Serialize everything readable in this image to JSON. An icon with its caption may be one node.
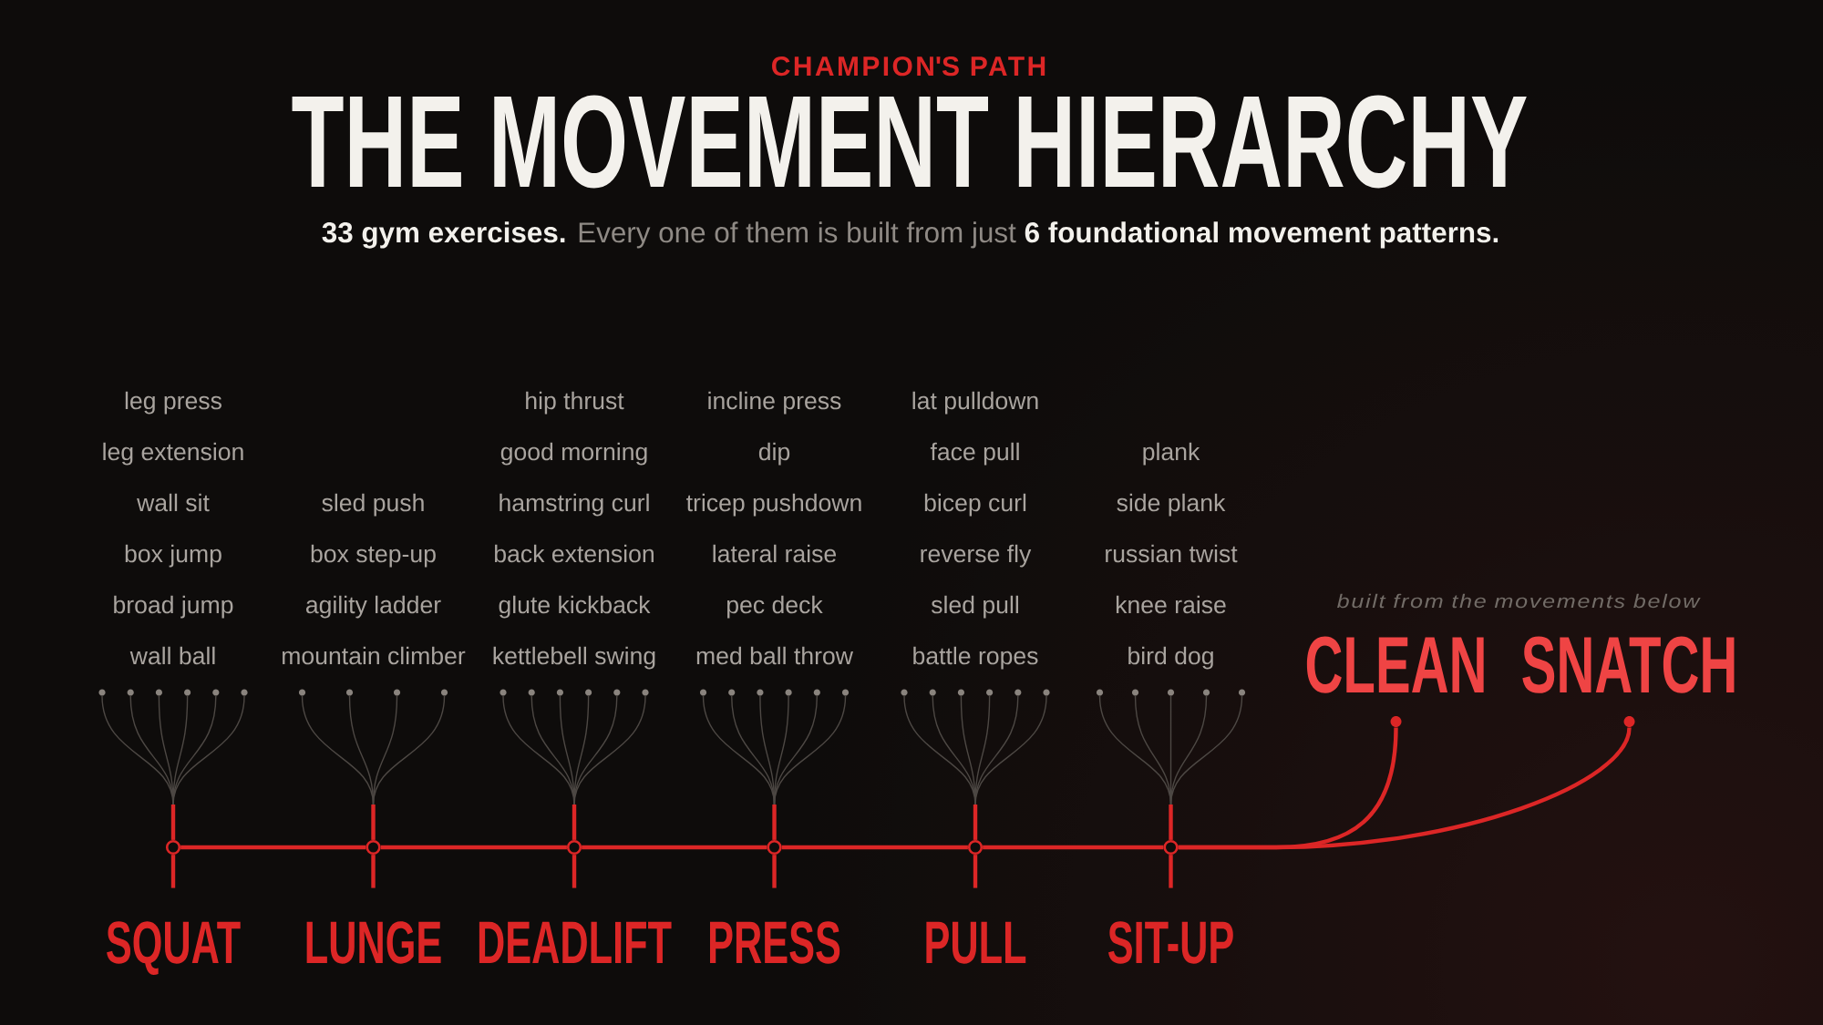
{
  "diagram": {
    "title": "THE MOVEMENT HIERARCHY",
    "nodes": [
      {
        "text": [],
        "shape": "circle",
        "beside": [
          "CLEAN"
        ]
      },
      {
        "text": [],
        "shape": "circle",
        "beside": [
          "SNATCH"
        ]
      },
      {
        "text": [],
        "shape": "circle"
      },
      {
        "text": [],
        "shape": "circle"
      },
      {
        "text": [],
        "shape": "circle"
      },
      {
        "text": [],
        "shape": "circle"
      },
      {
        "text": [],
        "shape": "circle"
      },
      {
        "text": [],
        "shape": "circle"
      },
      {
        "text": [],
        "shape": "circle"
      },
      {
        "text": [],
        "shape": "circle"
      },
      {
        "text": [],
        "shape": "circle"
      },
      {
        "text": [],
        "shape": "circle"
      },
      {
        "text": [],
        "shape": "circle"
      },
      {
        "text": [],
        "shape": "circle"
      },
      {
        "text": [],
        "shape": "circle"
      },
      {
        "text": [],
        "shape": "circle"
      },
      {
        "text": [],
        "shape": "circle"
      },
      {
        "text": [],
        "shape": "circle"
      },
      {
        "text": [],
        "shape": "circle"
      },
      {
        "text": [],
        "shape": "circle"
      },
      {
        "text": [],
        "shape": "circle"
      },
      {
        "text": [],
        "shape": "circle"
      },
      {
        "text": [],
        "shape": "circle"
      },
      {
        "text": [],
        "shape": "circle"
      },
      {
        "text": [],
        "shape": "circle"
      },
      {
        "text": [],
        "shape": "circle"
      },
      {
        "text": [],
        "shape": "circle"
      },
      {
        "text": [],
        "shape": "circle"
      },
      {
        "text": [],
        "shape": "circle"
      },
      {
        "text": [],
        "shape": "circle"
      },
      {
        "text": [],
        "shape": "circle"
      },
      {
        "text": [],
        "shape": "circle"
      },
      {
        "text": [],
        "shape": "circle"
      },
      {
        "text": [],
        "shape": "circle"
      },
      {
        "text": [],
        "shape": "circle"
      },
      {
        "text": [],
        "shape": "circle"
      },
      {
        "text": [],
        "shape": "circle"
      },
      {
        "text": [],
        "shape": "circle"
      },
      {
        "text": [],
        "shape": "circle"
      },
      {
        "text": [],
        "shape": "circle"
      },
      {
        "text": [],
        "shape": "circle"
      },
      {
        "text": [
          "SQUAT"
        ]
      },
      {
        "text": [
          "LUNGE"
        ]
      },
      {
        "text": [
          "DEADLIFT"
        ]
      },
      {
        "text": [
          "PRESS"
        ]
      },
      {
        "text": [
          "PULL"
        ]
      },
      {
        "text": [
          "SIT-UP"
        ]
      }
    ],
    "edges": [
      {
        "from": 2,
        "to": 35,
        "arrow": "none"
      },
      {
        "from": 3,
        "to": 35,
        "arrow": "none"
      },
      {
        "from": 4,
        "to": 35,
        "arrow": "none"
      },
      {
        "from": 5,
        "to": 35,
        "arrow": "none"
      },
      {
        "from": 6,
        "to": 35,
        "arrow": "none"
      },
      {
        "from": 7,
        "to": 35,
        "arrow": "none"
      },
      {
        "from": 8,
        "to": 36,
        "arrow": "none"
      },
      {
        "from": 9,
        "to": 36,
        "arrow": "none"
      },
      {
        "from": 10,
        "to": 36,
        "arrow": "none"
      },
      {
        "from": 11,
        "to": 36,
        "arrow": "none"
      },
      {
        "from": 12,
        "to": 37,
        "arrow": "none"
      },
      {
        "from": 13,
        "to": 37,
        "arrow": "none"
      },
      {
        "from": 14,
        "to": 37,
        "arrow": "none"
      },
      {
        "from": 15,
        "to": 37,
        "arrow": "none"
      },
      {
        "from": 16,
        "to": 37,
        "arrow": "none"
      },
      {
        "from": 17,
        "to": 37,
        "arrow": "none"
      },
      {
        "from": 18,
        "to": 38,
        "arrow": "none"
      },
      {
        "from": 19,
        "to": 38,
        "arrow": "none"
      },
      {
        "from": 20,
        "to": 38,
        "arrow": "none"
      },
      {
        "from": 21,
        "to": 38,
        "arrow": "none"
      },
      {
        "from": 22,
        "to": 38,
        "arrow": "none"
      },
      {
        "from": 23,
        "to": 38,
        "arrow": "none"
      },
      {
        "from": 24,
        "to": 39,
        "arrow": "none"
      },
      {
        "from": 25,
        "to": 39,
        "arrow": "none"
      },
      {
        "from": 26,
        "to": 39,
        "arrow": "none"
      },
      {
        "from": 27,
        "to": 39,
        "arrow": "none"
      },
      {
        "from": 28,
        "to": 39,
        "arrow": "none"
      },
      {
        "from": 29,
        "to": 39,
        "arrow": "none"
      },
      {
        "from": 30,
        "to": 40,
        "arrow": "none"
      },
      {
        "from": 31,
        "to": 40,
        "arrow": "none"
      },
      {
        "from": 32,
        "to": 40,
        "arrow": "none"
      },
      {
        "from": 33,
        "to": 40,
        "arrow": "none"
      },
      {
        "from": 34,
        "to": 40,
        "arrow": "none"
      },
      {
        "from": 35,
        "to": 41,
        "arrow": "none",
        "style": "thick",
        "color": "#dc2626"
      },
      {
        "from": 36,
        "to": 42,
        "arrow": "none",
        "style": "thick",
        "color": "#dc2626"
      },
      {
        "from": 37,
        "to": 43,
        "arrow": "none",
        "style": "thick",
        "color": "#dc2626"
      },
      {
        "from": 38,
        "to": 44,
        "arrow": "none",
        "style": "thick",
        "color": "#dc2626"
      },
      {
        "from": 39,
        "to": 45,
        "arrow": "none",
        "style": "thick",
        "color": "#dc2626"
      },
      {
        "from": 40,
        "to": 46,
        "arrow": "none",
        "style": "thick",
        "color": "#dc2626"
      },
      {
        "from": 35,
        "to": 36,
        "arrow": "none",
        "style": "thick",
        "color": "#dc2626"
      },
      {
        "from": 36,
        "to": 37,
        "arrow": "none",
        "style": "thick",
        "color": "#dc2626"
      },
      {
        "from": 37,
        "to": 38,
        "arrow": "none",
        "style": "thick",
        "color": "#dc2626"
      },
      {
        "from": 38,
        "to": 39,
        "arrow": "none",
        "style": "thick",
        "color": "#dc2626"
      },
      {
        "from": 39,
        "to": 40,
        "arrow": "none",
        "style": "thick",
        "color": "#dc2626"
      },
      {
        "from": 0,
        "to": 40,
        "arrow": "none",
        "style": "thick",
        "color": "#dc2626"
      },
      {
        "from": 1,
        "to": 40,
        "arrow": "none",
        "style": "thick",
        "color": "#dc2626"
      }
    ],
    "labels": [
      "CHAMPION'S PATH",
      "**33 gym exercises.** Every one of them is built from just **6 foundational movement patterns.**",
      "leg press",
      "leg extension",
      "wall sit",
      "box jump",
      "broad jump",
      "wall ball",
      "sled push",
      "box step-up",
      "agility ladder",
      "mountain climber",
      "hip thrust",
      "good morning",
      "hamstring curl",
      "back extension",
      "glute kickback",
      "kettlebell swing",
      "incline press",
      "dip",
      "tricep pushdown",
      "lateral raise",
      "pec deck",
      "med ball throw",
      "lat pulldown",
      "face pull",
      "bicep curl",
      "reverse fly",
      "sled pull",
      "battle ropes",
      "plank",
      "side plank",
      "russian twist",
      "knee raise",
      "bird dog",
      "built from the movements below"
    ]
  }
}
